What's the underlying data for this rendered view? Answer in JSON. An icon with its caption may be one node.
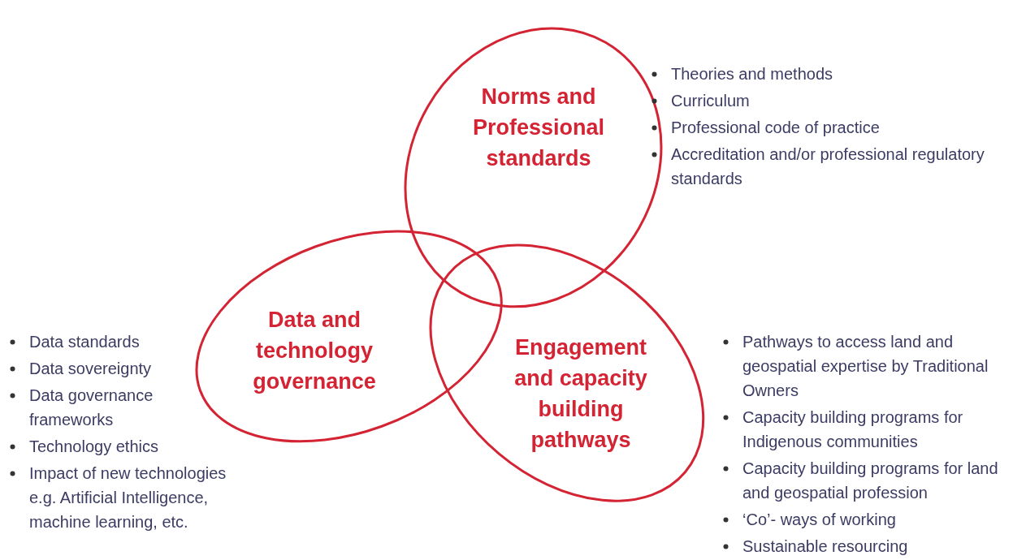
{
  "diagram": {
    "nodes": [
      {
        "text": [
          "Norms and Professional standards"
        ],
        "beside": [
          "Theories and methods",
          "Curriculum",
          "Professional code of practice",
          "Accreditation and/or professional regulatory standards"
        ]
      },
      {
        "text": [
          "Data and technology governance"
        ],
        "beside": [
          "Data standards",
          "Data sovereignty",
          "Data governance frameworks",
          "Technology ethics",
          "Impact of new technologies e.g. Artificial Intelligence, machine learning, etc."
        ]
      },
      {
        "text": [
          "Engagement and capacity building pathways"
        ],
        "beside": [
          "Pathways to access land and geospatial expertise by Traditional Owners",
          "Capacity building programs for Indigenous communities",
          "Capacity building programs for land and geospatial profession",
          "‘Co’- ways of working",
          "Sustainable resourcing"
        ]
      }
    ]
  }
}
